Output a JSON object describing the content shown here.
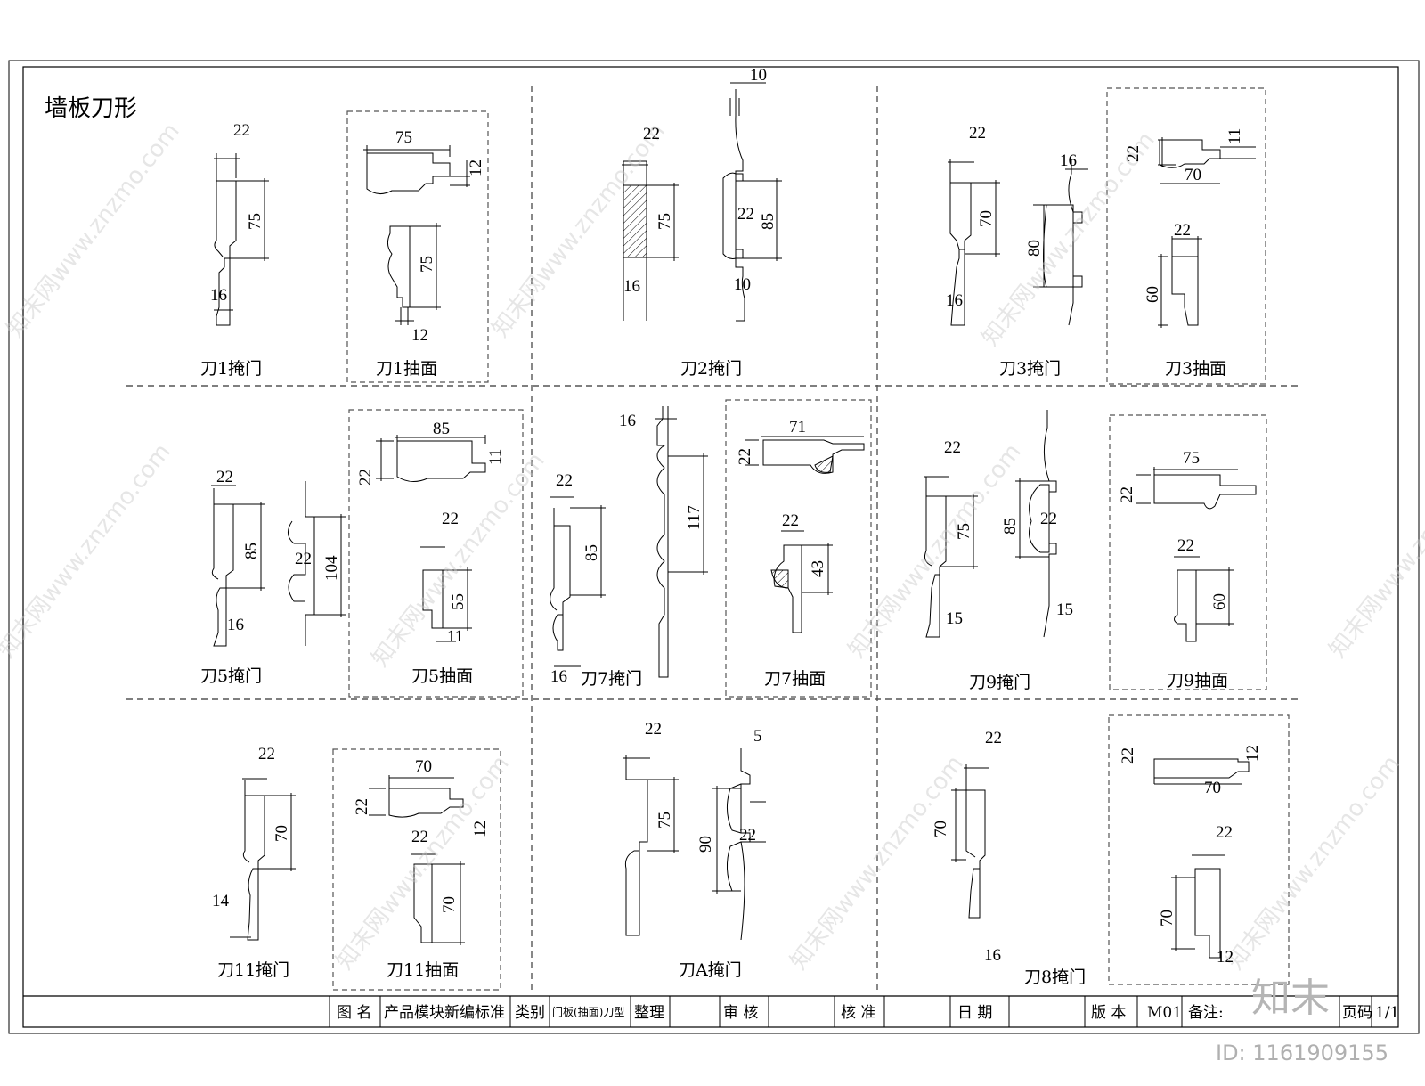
{
  "sheet_title": "墙板刀形",
  "watermark": "知末网www.znzmo.com",
  "brand_mark": "知末",
  "id_label": "ID: 1161909155",
  "profiles": [
    {
      "label": "刀1掩门",
      "dims": [
        "22",
        "75",
        "16"
      ]
    },
    {
      "label": "刀1抽面",
      "dims": [
        "75",
        "12",
        "75",
        "12"
      ]
    },
    {
      "label": "刀2掩门",
      "dims": [
        "22",
        "75",
        "16",
        "10",
        "22",
        "85",
        "10"
      ]
    },
    {
      "label": "刀3掩门",
      "dims": [
        "22",
        "70",
        "16",
        "16",
        "80"
      ]
    },
    {
      "label": "刀3抽面",
      "dims": [
        "22",
        "11",
        "70",
        "22",
        "60"
      ]
    },
    {
      "label": "刀5掩门",
      "dims": [
        "22",
        "85",
        "16",
        "22",
        "104"
      ]
    },
    {
      "label": "刀5抽面",
      "dims": [
        "85",
        "22",
        "11",
        "22",
        "55",
        "11"
      ]
    },
    {
      "label": "刀7掩门",
      "dims": [
        "16",
        "22",
        "85",
        "117",
        "16"
      ]
    },
    {
      "label": "刀7抽面",
      "dims": [
        "71",
        "22",
        "22",
        "43"
      ]
    },
    {
      "label": "刀9掩门",
      "dims": [
        "22",
        "75",
        "15",
        "85",
        "22",
        "15"
      ]
    },
    {
      "label": "刀9抽面",
      "dims": [
        "75",
        "22",
        "22",
        "60"
      ]
    },
    {
      "label": "刀11掩门",
      "dims": [
        "22",
        "70",
        "14"
      ]
    },
    {
      "label": "刀11抽面",
      "dims": [
        "70",
        "22",
        "12",
        "22",
        "70"
      ]
    },
    {
      "label": "刀A掩门",
      "dims": [
        "22",
        "75",
        "5",
        "90",
        "22"
      ]
    },
    {
      "label": "刀8掩门",
      "dims": [
        "22",
        "70",
        "16",
        "22",
        "12",
        "70",
        "22",
        "70",
        "12"
      ]
    }
  ],
  "title_block": {
    "name_label": "图 名",
    "name_value": "产品模块新编标准",
    "category_label": "类别",
    "category_value": "门板(抽面)刀型",
    "compile_label": "整理",
    "review_label": "审 核",
    "approve_label": "核 准",
    "date_label": "日 期",
    "version_label": "版 本",
    "version_value": "M01",
    "remark_label": "备注:",
    "page_label": "页码",
    "page_value": "1/1"
  }
}
